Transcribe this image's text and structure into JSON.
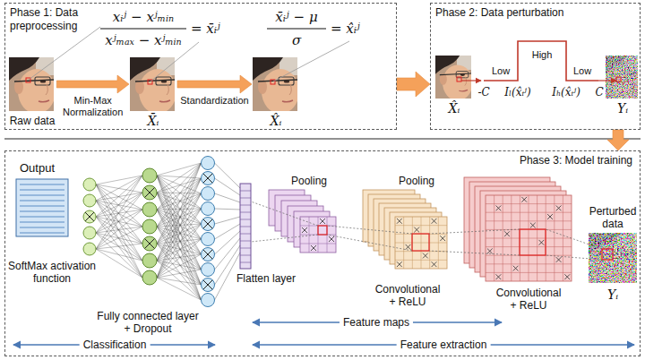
{
  "diagram": {
    "nodes": [
      {
        "text": [
          "Phase 1: Data preprocessing"
        ]
      },
      {
        "text": [
          "Raw data"
        ],
        "in": 0
      },
      {
        "text": [
          "X̄ᵢ"
        ],
        "in": 0
      },
      {
        "text": [
          "X̂ᵢ"
        ],
        "in": 0
      },
      {
        "text": [
          "Phase 2: Data perturbation"
        ]
      },
      {
        "text": [
          "X̂ᵢ"
        ],
        "in": 4
      },
      {
        "text": [
          "Yᵢ"
        ],
        "in": 4
      },
      {
        "text": [
          "Phase 3: Model training"
        ]
      },
      {
        "text": [
          "Perturbed data",
          "Yᵢ"
        ],
        "in": 7
      }
    ],
    "edges": [
      {
        "from": 1,
        "to": 2,
        "label": "Min-Max Normalization",
        "arrow": "to"
      },
      {
        "from": 2,
        "to": 3,
        "label": "Standardization",
        "arrow": "to"
      },
      {
        "from": 0,
        "to": 4,
        "arrow": "to"
      },
      {
        "from": 4,
        "to": 7,
        "arrow": "to"
      }
    ],
    "labels": [
      "xᵢʲ − xʲₘᵢₙ",
      "xʲₘₐₓ − xʲₘᵢₙ",
      "= x̄ᵢʲ",
      "x̄ᵢʲ − μ",
      "σ",
      "= x̂ᵢʲ",
      "Low",
      "High",
      "Low",
      "-C",
      "Iₗ(x̂ᵢʲ)",
      "Iₕ(x̂ᵢʲ)",
      "C",
      "Output",
      "SoftMax activation function",
      "Fully connected layer + Dropout",
      "Flatten layer",
      "Pooling",
      "Pooling",
      "Convolutional + ReLU",
      "Convolutional + ReLU",
      "Feature maps",
      "Classification",
      "Feature extraction"
    ]
  }
}
